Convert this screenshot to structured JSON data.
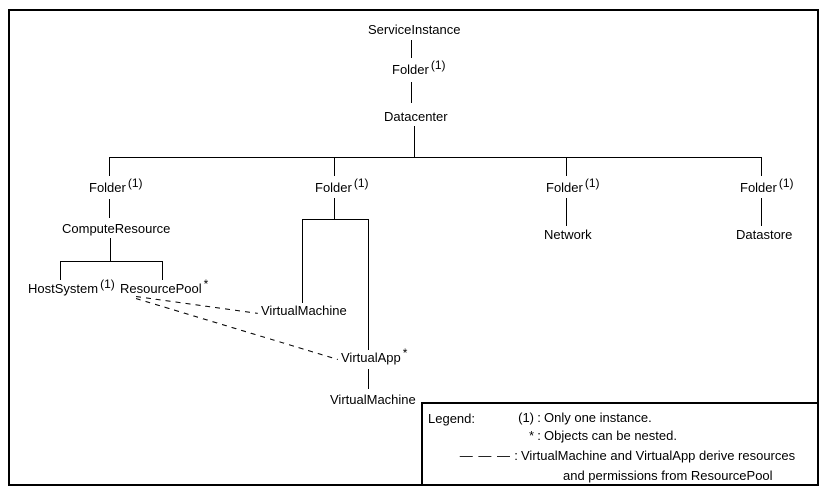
{
  "nodes": {
    "service_instance": {
      "label": "ServiceInstance"
    },
    "folder_root": {
      "label": "Folder",
      "sup": "(1)"
    },
    "datacenter": {
      "label": "Datacenter"
    },
    "folder_host": {
      "label": "Folder",
      "sup": "(1)"
    },
    "folder_vm": {
      "label": "Folder",
      "sup": "(1)"
    },
    "folder_network": {
      "label": "Folder",
      "sup": "(1)"
    },
    "folder_datastore": {
      "label": "Folder",
      "sup": "(1)"
    },
    "compute_resource": {
      "label": "ComputeResource"
    },
    "host_system": {
      "label": "HostSystem",
      "sup": "(1)"
    },
    "resource_pool": {
      "label": "ResourcePool",
      "sup": "*"
    },
    "virtual_machine_1": {
      "label": "VirtualMachine"
    },
    "virtual_app": {
      "label": "VirtualApp",
      "sup": "*"
    },
    "virtual_machine_2": {
      "label": "VirtualMachine"
    },
    "network": {
      "label": "Network"
    },
    "datastore": {
      "label": "Datastore"
    }
  },
  "legend": {
    "title": "Legend:",
    "rows": [
      {
        "symbol": "(1)",
        "separator": ":",
        "text": "Only one instance."
      },
      {
        "symbol": "*",
        "separator": ":",
        "text": "Objects can be nested."
      },
      {
        "symbol": "— — —",
        "separator": ":",
        "text": "VirtualMachine and VirtualApp derive resources"
      },
      {
        "text": "and permissions from ResourcePool"
      }
    ]
  },
  "colors": {
    "line": "#000000",
    "background": "#ffffff",
    "text": "#000000"
  }
}
